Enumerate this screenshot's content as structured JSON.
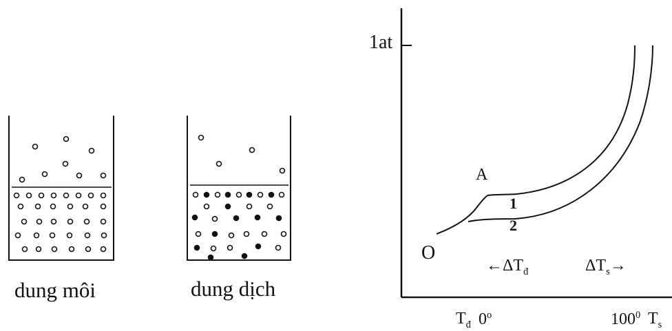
{
  "beaker_left": {
    "caption": "dung môi"
  },
  "beaker_right": {
    "caption": "dung dịch"
  },
  "graph": {
    "y_label": "1at",
    "origin_label": "O",
    "point_a": "A",
    "curve1_label": "1",
    "curve2_label": "2",
    "delta_freeze": "←ΔT",
    "delta_freeze_sub": "đ",
    "delta_boil": "ΔT",
    "delta_boil_sub": "s",
    "delta_boil_arrow": "→",
    "tick_td": "T",
    "tick_td_sub": "đ",
    "tick_zero": "0",
    "tick_zero_sup": "o",
    "tick_hundred": "100",
    "tick_hundred_sup": "0",
    "tick_ts": "T",
    "tick_ts_sub": "s"
  }
}
